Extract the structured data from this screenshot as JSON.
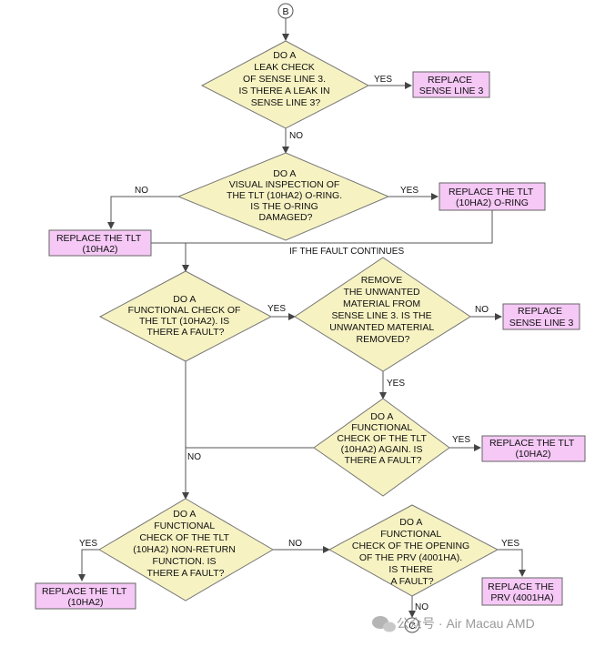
{
  "connectors": {
    "top": "B",
    "bottom": "C"
  },
  "colors": {
    "decision_fill": "#f6f2c2",
    "action_fill": "#f5c8f5",
    "line": "#555555"
  },
  "decisions": {
    "d1": [
      "DO A",
      "LEAK CHECK",
      "OF SENSE LINE 3.",
      "IS THERE A LEAK IN",
      "SENSE LINE 3?"
    ],
    "d2": [
      "DO A",
      "VISUAL INSPECTION OF",
      "THE TLT (10HA2) O-RING.",
      "IS THE O-RING",
      "DAMAGED?"
    ],
    "d3": [
      "DO A",
      "FUNCTIONAL CHECK OF",
      "THE TLT (10HA2). IS",
      "THERE A FAULT?"
    ],
    "d4": [
      "REMOVE",
      "THE UNWANTED",
      "MATERIAL FROM",
      "SENSE LINE 3. IS THE",
      "UNWANTED MATERIAL",
      "REMOVED?"
    ],
    "d5": [
      "DO A",
      "FUNCTIONAL",
      "CHECK OF THE TLT",
      "(10HA2) AGAIN. IS",
      "THERE A FAULT?"
    ],
    "d6": [
      "DO A",
      "FUNCTIONAL",
      "CHECK OF THE TLT",
      "(10HA2) NON-RETURN",
      "FUNCTION. IS",
      "THERE A FAULT?"
    ],
    "d7": [
      "DO A",
      "FUNCTIONAL",
      "CHECK OF THE OPENING",
      "OF THE PRV (4001HA).",
      "IS THERE",
      "A FAULT?"
    ]
  },
  "actions": {
    "a1": [
      "REPLACE",
      "SENSE LINE 3"
    ],
    "a2": [
      "REPLACE THE TLT",
      "(10HA2) O-RING"
    ],
    "a3": [
      "REPLACE THE TLT",
      "(10HA2)"
    ],
    "a4": [
      "REPLACE",
      "SENSE LINE 3"
    ],
    "a5": [
      "REPLACE THE TLT",
      "(10HA2)"
    ],
    "a6": [
      "REPLACE THE TLT",
      "(10HA2)"
    ],
    "a7": [
      "REPLACE THE",
      "PRV (4001HA)"
    ]
  },
  "labels": {
    "yes": "YES",
    "no": "NO",
    "if_fault_continues": "IF THE FAULT CONTINUES"
  },
  "watermark": "公众号 · Air Macau AMD"
}
